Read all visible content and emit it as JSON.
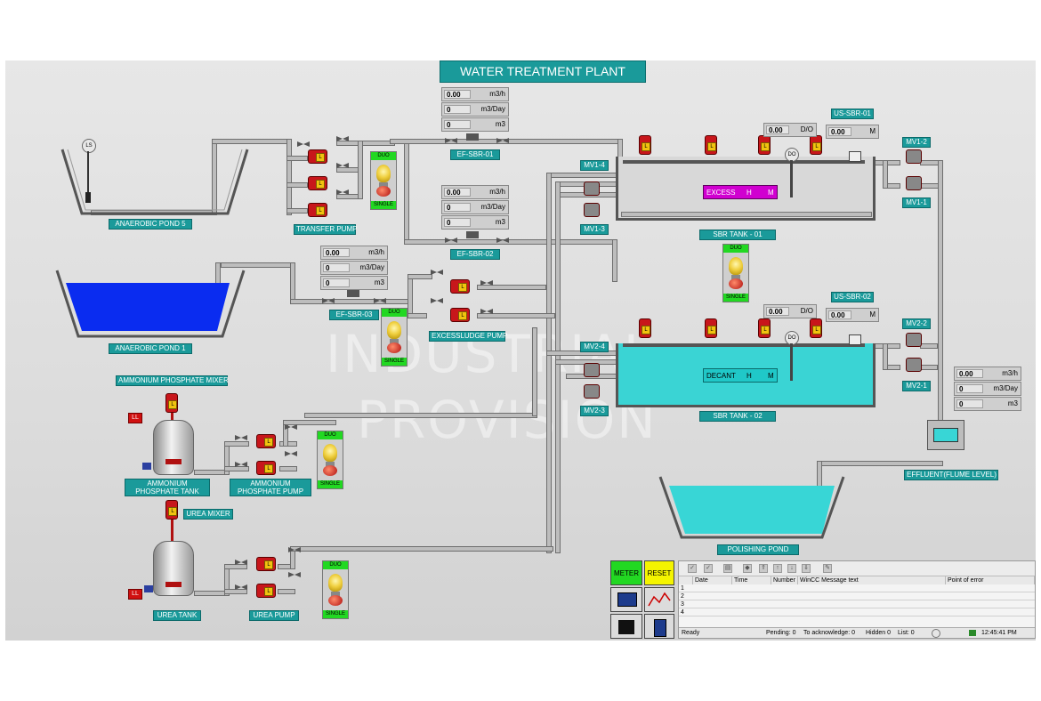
{
  "title": "WATER TREATMENT PLANT",
  "labels": {
    "anaerobic_pond_5": "ANAEROBIC POND 5",
    "anaerobic_pond_1": "ANAEROBIC POND 1",
    "transfer_pump": "TRANSFER PUMP",
    "ef_sbr_01": "EF-SBR-01",
    "ef_sbr_02": "EF-SBR-02",
    "ef_sbr_03": "EF-SBR-03",
    "excess_sludge_pump": "EXCESSLUDGE PUMP",
    "ammonium_phosphate_mixer": "AMMONIUM PHOSPHATE MIXER",
    "ammonium_phosphate_tank": "AMMONIUM PHOSPHATE TANK",
    "ammonium_phosphate_pump": "AMMONIUM PHOSPHATE PUMP",
    "urea_mixer": "UREA MIXER",
    "urea_tank": "UREA TANK",
    "urea_pump": "UREA PUMP",
    "sbr_tank_01": "SBR TANK - 01",
    "sbr_tank_02": "SBR TANK - 02",
    "us_sbr_01": "US-SBR-01",
    "us_sbr_02": "US-SBR-02",
    "mv1_4": "MV1-4",
    "mv1_3": "MV1-3",
    "mv1_2": "MV1-2",
    "mv1_1": "MV1-1",
    "mv2_4": "MV2-4",
    "mv2_3": "MV2-3",
    "mv2_2": "MV2-2",
    "mv2_1": "MV2-1",
    "effluent": "EFFLUENT(FLUME LEVEL)",
    "polishing_pond": "POLISHING POND",
    "ls": "LS",
    "do": "DO",
    "ll": "LL",
    "pump_l": "L"
  },
  "duo_panel": {
    "top": "DUO",
    "bottom": "SINGLE"
  },
  "flow_meters": {
    "ef_sbr_01": [
      {
        "value": "0.00",
        "unit": "m3/h"
      },
      {
        "value": "0",
        "unit": "m3/Day"
      },
      {
        "value": "0",
        "unit": "m3"
      }
    ],
    "ef_sbr_02": [
      {
        "value": "0.00",
        "unit": "m3/h"
      },
      {
        "value": "0",
        "unit": "m3/Day"
      },
      {
        "value": "0",
        "unit": "m3"
      }
    ],
    "ef_sbr_03": [
      {
        "value": "0.00",
        "unit": "m3/h"
      },
      {
        "value": "0",
        "unit": "m3/Day"
      },
      {
        "value": "0",
        "unit": "m3"
      }
    ],
    "effluent": [
      {
        "value": "0.00",
        "unit": "m3/h"
      },
      {
        "value": "0",
        "unit": "m3/Day"
      },
      {
        "value": "0",
        "unit": "m3"
      }
    ]
  },
  "do_sbr_01": {
    "value": "0.00",
    "unit": "D/O"
  },
  "do_sbr_02": {
    "value": "0.00",
    "unit": "D/O"
  },
  "us_sbr_01_meter": {
    "value": "0.00",
    "unit": "M"
  },
  "us_sbr_02_meter": {
    "value": "0.00",
    "unit": "M"
  },
  "alarms": {
    "excess": {
      "label": "EXCESS",
      "h": "H",
      "m": "M"
    },
    "decant": {
      "label": "DECANT",
      "h": "H",
      "m": "M"
    }
  },
  "watermark": {
    "line1": "INDUSTRIAL",
    "line2": "PROVISION"
  },
  "buttons": {
    "meter": "METER",
    "reset": "RESET"
  },
  "message_window": {
    "columns": [
      "Date",
      "Time",
      "Number",
      "WinCC Message text",
      "Point of error"
    ],
    "rows": [
      "1",
      "2",
      "3",
      "4"
    ],
    "status": {
      "ready": "Ready",
      "pending": "Pending: 0",
      "to_ack": "To acknowledge: 0",
      "hidden": "Hidden 0",
      "list": "List: 0",
      "time": "12:45:41 PM"
    }
  },
  "colors": {
    "panel_label": "#1a9a9a",
    "water_deep": "#0a2cf0",
    "water_light": "#38d6d6",
    "pump": "#c8161b",
    "alarm": "#d000d0",
    "ok_green": "#22d822",
    "reset_yellow": "#f4f400"
  }
}
